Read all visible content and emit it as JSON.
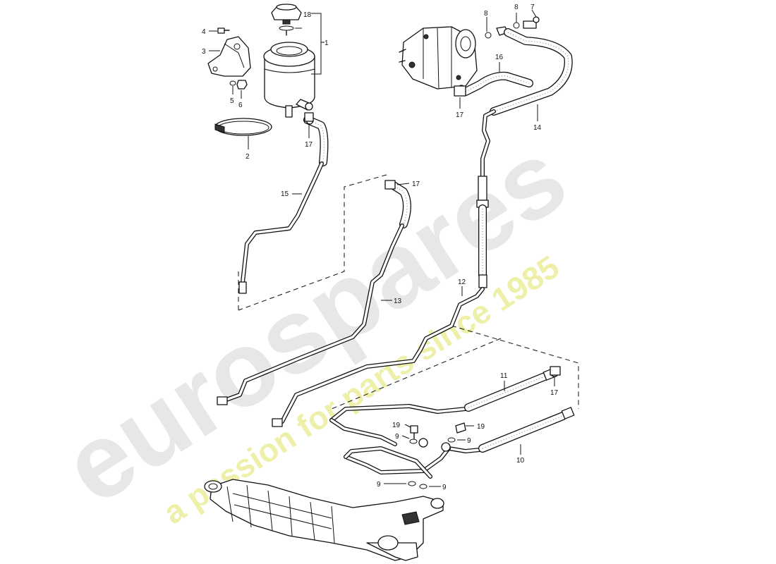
{
  "watermark": {
    "brand": "eurospares",
    "tagline": "a passion for parts since 1985",
    "brand_color": "#e6e6e6",
    "tagline_color": "#eef0a6"
  },
  "callouts": [
    {
      "id": "c1",
      "label": "1"
    },
    {
      "id": "c2",
      "label": "2"
    },
    {
      "id": "c3",
      "label": "3"
    },
    {
      "id": "c4",
      "label": "4"
    },
    {
      "id": "c5",
      "label": "5"
    },
    {
      "id": "c6",
      "label": "6"
    },
    {
      "id": "c7",
      "label": "7"
    },
    {
      "id": "c8a",
      "label": "8"
    },
    {
      "id": "c8b",
      "label": "8"
    },
    {
      "id": "c9a",
      "label": "9"
    },
    {
      "id": "c9b",
      "label": "9"
    },
    {
      "id": "c9c",
      "label": "9"
    },
    {
      "id": "c9d",
      "label": "9"
    },
    {
      "id": "c10",
      "label": "10"
    },
    {
      "id": "c11",
      "label": "11"
    },
    {
      "id": "c12",
      "label": "12"
    },
    {
      "id": "c13",
      "label": "13"
    },
    {
      "id": "c14",
      "label": "14"
    },
    {
      "id": "c15",
      "label": "15"
    },
    {
      "id": "c16",
      "label": "16"
    },
    {
      "id": "c17a",
      "label": "17"
    },
    {
      "id": "c17b",
      "label": "17"
    },
    {
      "id": "c17c",
      "label": "17"
    },
    {
      "id": "c17d",
      "label": "17"
    },
    {
      "id": "c18",
      "label": "18"
    },
    {
      "id": "c19a",
      "label": "19"
    },
    {
      "id": "c19b",
      "label": "19"
    }
  ]
}
